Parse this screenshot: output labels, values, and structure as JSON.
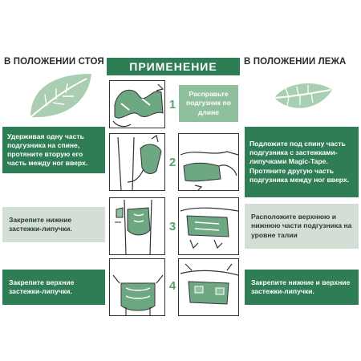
{
  "header": {
    "left": "В ПОЛОЖЕНИИ СТОЯ",
    "center": "ПРИМЕНЕНИЕ",
    "right": "В ПОЛОЖЕНИИ ЛЕЖА"
  },
  "steps": [
    {
      "number": "1",
      "text_right": "Расправьте подгузник по длине"
    },
    {
      "number": "2",
      "text_left": "Удерживая одну часть подгузника на спине, протяните вторую его часть между ног вверх.",
      "text_right": "Подложите под спину часть подгузника с застежками-липучками Magic-Tape. Протяните другую часть подгузника между ног вверх."
    },
    {
      "number": "3",
      "text_left": "Закрепите нижние застежки-липучки.",
      "text_right": "Расположите верхнюю и нижнюю части подгузника на уровне талии"
    },
    {
      "number": "4",
      "text_left": "Закрепите верхние застежки-липучки.",
      "text_right": "Закрепите нижние и верхние застежки-липучки."
    }
  ],
  "colors": {
    "brand_green": "#2e7d55",
    "light_green": "#d3dfd5",
    "mid_green": "#8fbf9d"
  },
  "icons": [
    "leaf-icon",
    "diaper-illustration"
  ]
}
